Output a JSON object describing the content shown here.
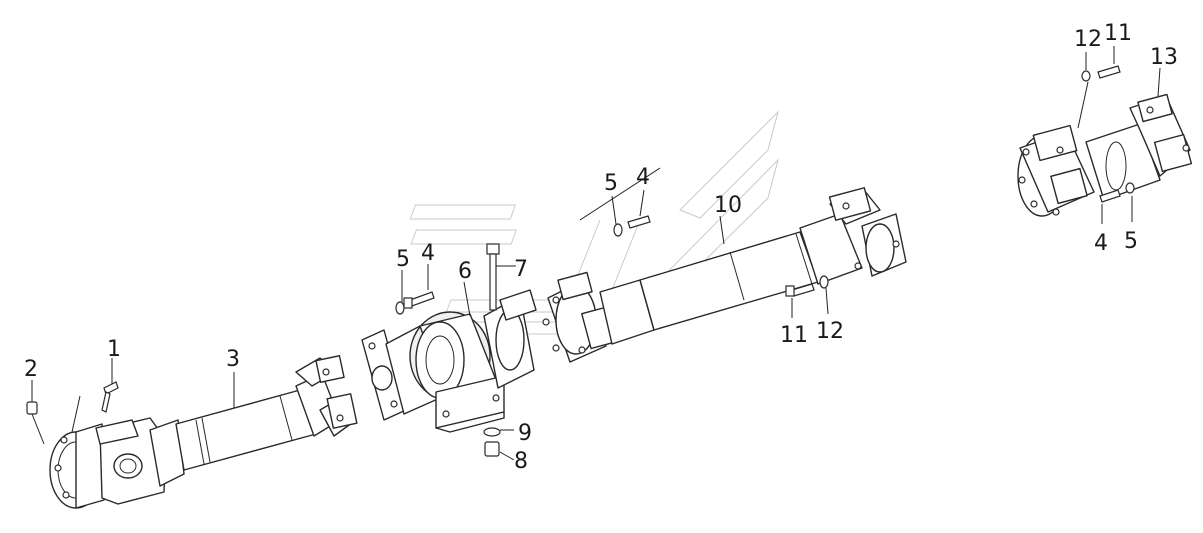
{
  "callouts": {
    "c1": "1",
    "c2": "2",
    "c3": "3",
    "c4a": "4",
    "c4b": "4",
    "c4c": "4",
    "c5a": "5",
    "c5b": "5",
    "c5c": "5",
    "c6": "6",
    "c7": "7",
    "c8": "8",
    "c9": "9",
    "c10": "10",
    "c11a": "11",
    "c11b": "11",
    "c12a": "12",
    "c12b": "12",
    "c13": "13"
  }
}
